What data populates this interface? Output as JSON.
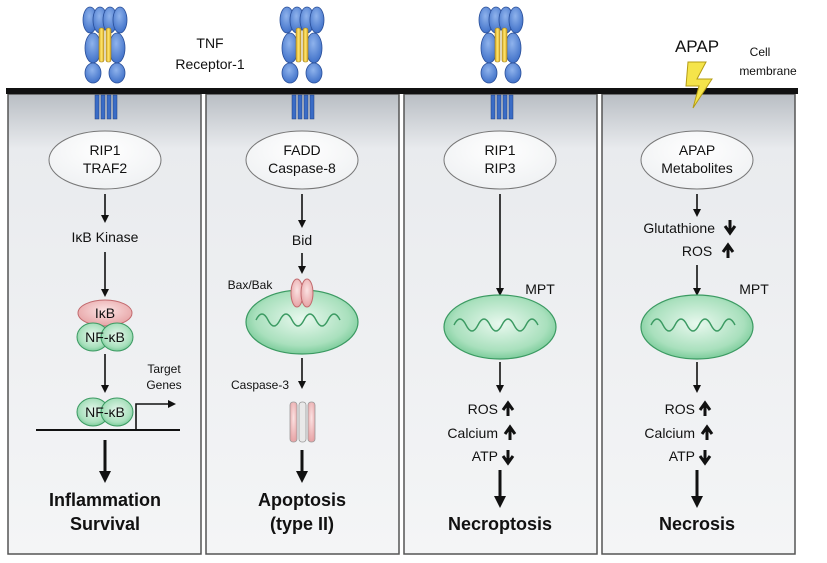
{
  "receptor_label": [
    "TNF",
    "Receptor-1"
  ],
  "apap_label": "APAP",
  "membrane_label": [
    "Cell",
    "membrane"
  ],
  "panels": [
    {
      "complex": [
        "RIP1",
        "TRAF2"
      ],
      "kinase": "IκB Kinase",
      "ikb": "IκB",
      "nfkb": "NF-κB",
      "nfkb2": "NF-κB",
      "target_genes": [
        "Target",
        "Genes"
      ],
      "outcome": [
        "Inflammation",
        "Survival"
      ]
    },
    {
      "complex": [
        "FADD",
        "Caspase-8"
      ],
      "bid": "Bid",
      "baxbak": "Bax/Bak",
      "caspase3": "Caspase-3",
      "outcome": [
        "Apoptosis",
        "(type II)"
      ]
    },
    {
      "complex": [
        "RIP1",
        "RIP3"
      ],
      "mpt": "MPT",
      "ros": "ROS",
      "calcium": "Calcium",
      "atp": "ATP",
      "outcome": [
        "Necroptosis"
      ]
    },
    {
      "complex": [
        "APAP",
        "Metabolites"
      ],
      "glutathione": "Glutathione",
      "ros_top": "ROS",
      "mpt": "MPT",
      "ros": "ROS",
      "calcium": "Calcium",
      "atp": "ATP",
      "outcome": [
        "Necrosis"
      ]
    }
  ]
}
